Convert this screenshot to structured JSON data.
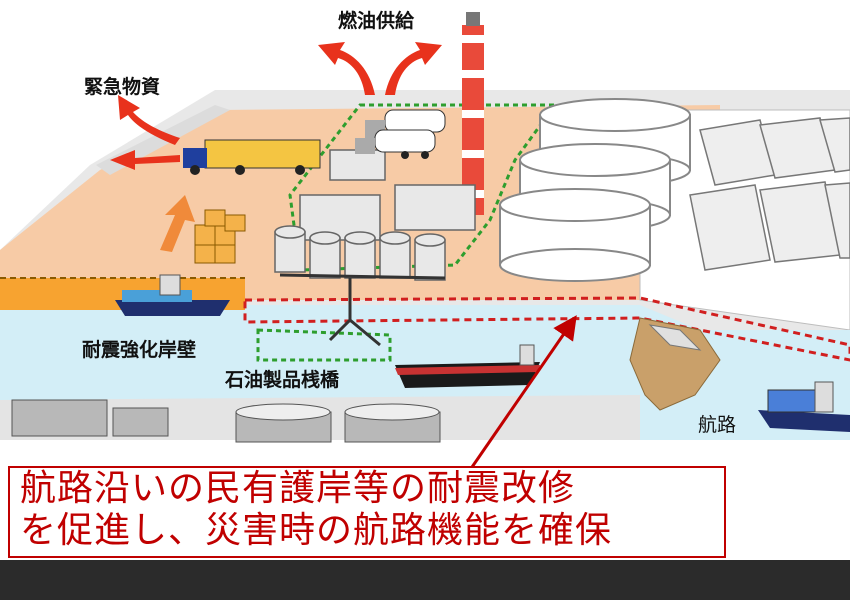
{
  "labels": {
    "fuel_supply": "燃油供給",
    "emergency_goods": "緊急物資",
    "seismic_quay": "耐震強化岸壁",
    "oil_pier": "石油製品桟橋",
    "channel": "航路"
  },
  "banner": {
    "line1": "航路沿いの民有護岸等の耐震改修",
    "line2": "を促進し、災害時の航路機能を確保"
  },
  "colors": {
    "land": "#f7cba6",
    "water": "#d3eef7",
    "quay": "#f7a330",
    "arrow": "#e8321c",
    "dashed_red": "#d11f1f",
    "dashed_green": "#2e9e2e",
    "banner_text": "#c00000",
    "bottom_bar": "#2b2b2b"
  }
}
